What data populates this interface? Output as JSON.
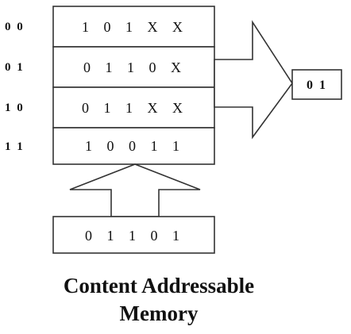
{
  "memory": {
    "rows": [
      {
        "address": "0 0",
        "content": "1 0 1 X X"
      },
      {
        "address": "0 1",
        "content": "0 1 1 0 X"
      },
      {
        "address": "1 0",
        "content": "0 1 1 X X"
      },
      {
        "address": "1 1",
        "content": "1 0 0 1 1"
      }
    ]
  },
  "search_key": "0 1 1 0 1",
  "match_output": "0 1",
  "caption": {
    "line1": "Content Addressable",
    "line2": "Memory"
  }
}
